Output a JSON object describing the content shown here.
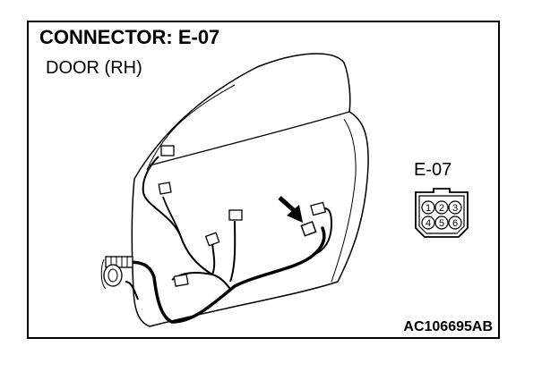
{
  "header": {
    "title": "CONNECTOR: E-07",
    "subtitle": "DOOR (RH)"
  },
  "connector": {
    "label": "E-07",
    "pins": [
      "1",
      "2",
      "3",
      "4",
      "5",
      "6"
    ]
  },
  "footer": {
    "ref_code": "AC106695AB"
  }
}
